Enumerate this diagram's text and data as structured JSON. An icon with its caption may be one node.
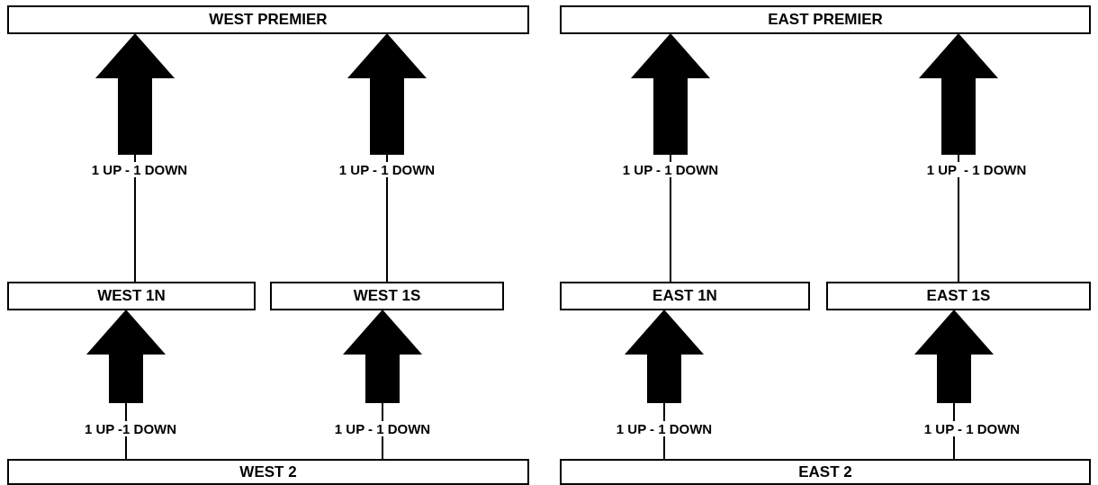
{
  "diagram": {
    "nodes": [
      {
        "text": [
          "WEST PREMIER"
        ]
      },
      {
        "text": [
          "EAST PREMIER"
        ]
      },
      {
        "text": [
          "WEST 1N"
        ]
      },
      {
        "text": [
          "WEST 1S"
        ]
      },
      {
        "text": [
          "EAST 1N"
        ]
      },
      {
        "text": [
          "EAST 1S"
        ]
      },
      {
        "text": [
          "WEST 2"
        ]
      },
      {
        "text": [
          "EAST 2"
        ]
      }
    ],
    "edges": [
      {
        "from": 2,
        "to": 0,
        "arrow": "to",
        "label": "1 UP - 1 DOWN"
      },
      {
        "from": 3,
        "to": 0,
        "arrow": "to",
        "label": "1 UP - 1 DOWN"
      },
      {
        "from": 4,
        "to": 1,
        "arrow": "to",
        "label": "1 UP - 1 DOWN"
      },
      {
        "from": 5,
        "to": 1,
        "arrow": "to",
        "label": "1 UP  - 1 DOWN"
      },
      {
        "from": 6,
        "to": 2,
        "arrow": "to",
        "label": "1 UP -1 DOWN"
      },
      {
        "from": 6,
        "to": 3,
        "arrow": "to",
        "label": "1 UP - 1 DOWN"
      },
      {
        "from": 7,
        "to": 4,
        "arrow": "to",
        "label": "1 UP - 1 DOWN"
      },
      {
        "from": 7,
        "to": 5,
        "arrow": "to",
        "label": "1 UP - 1 DOWN"
      }
    ]
  }
}
